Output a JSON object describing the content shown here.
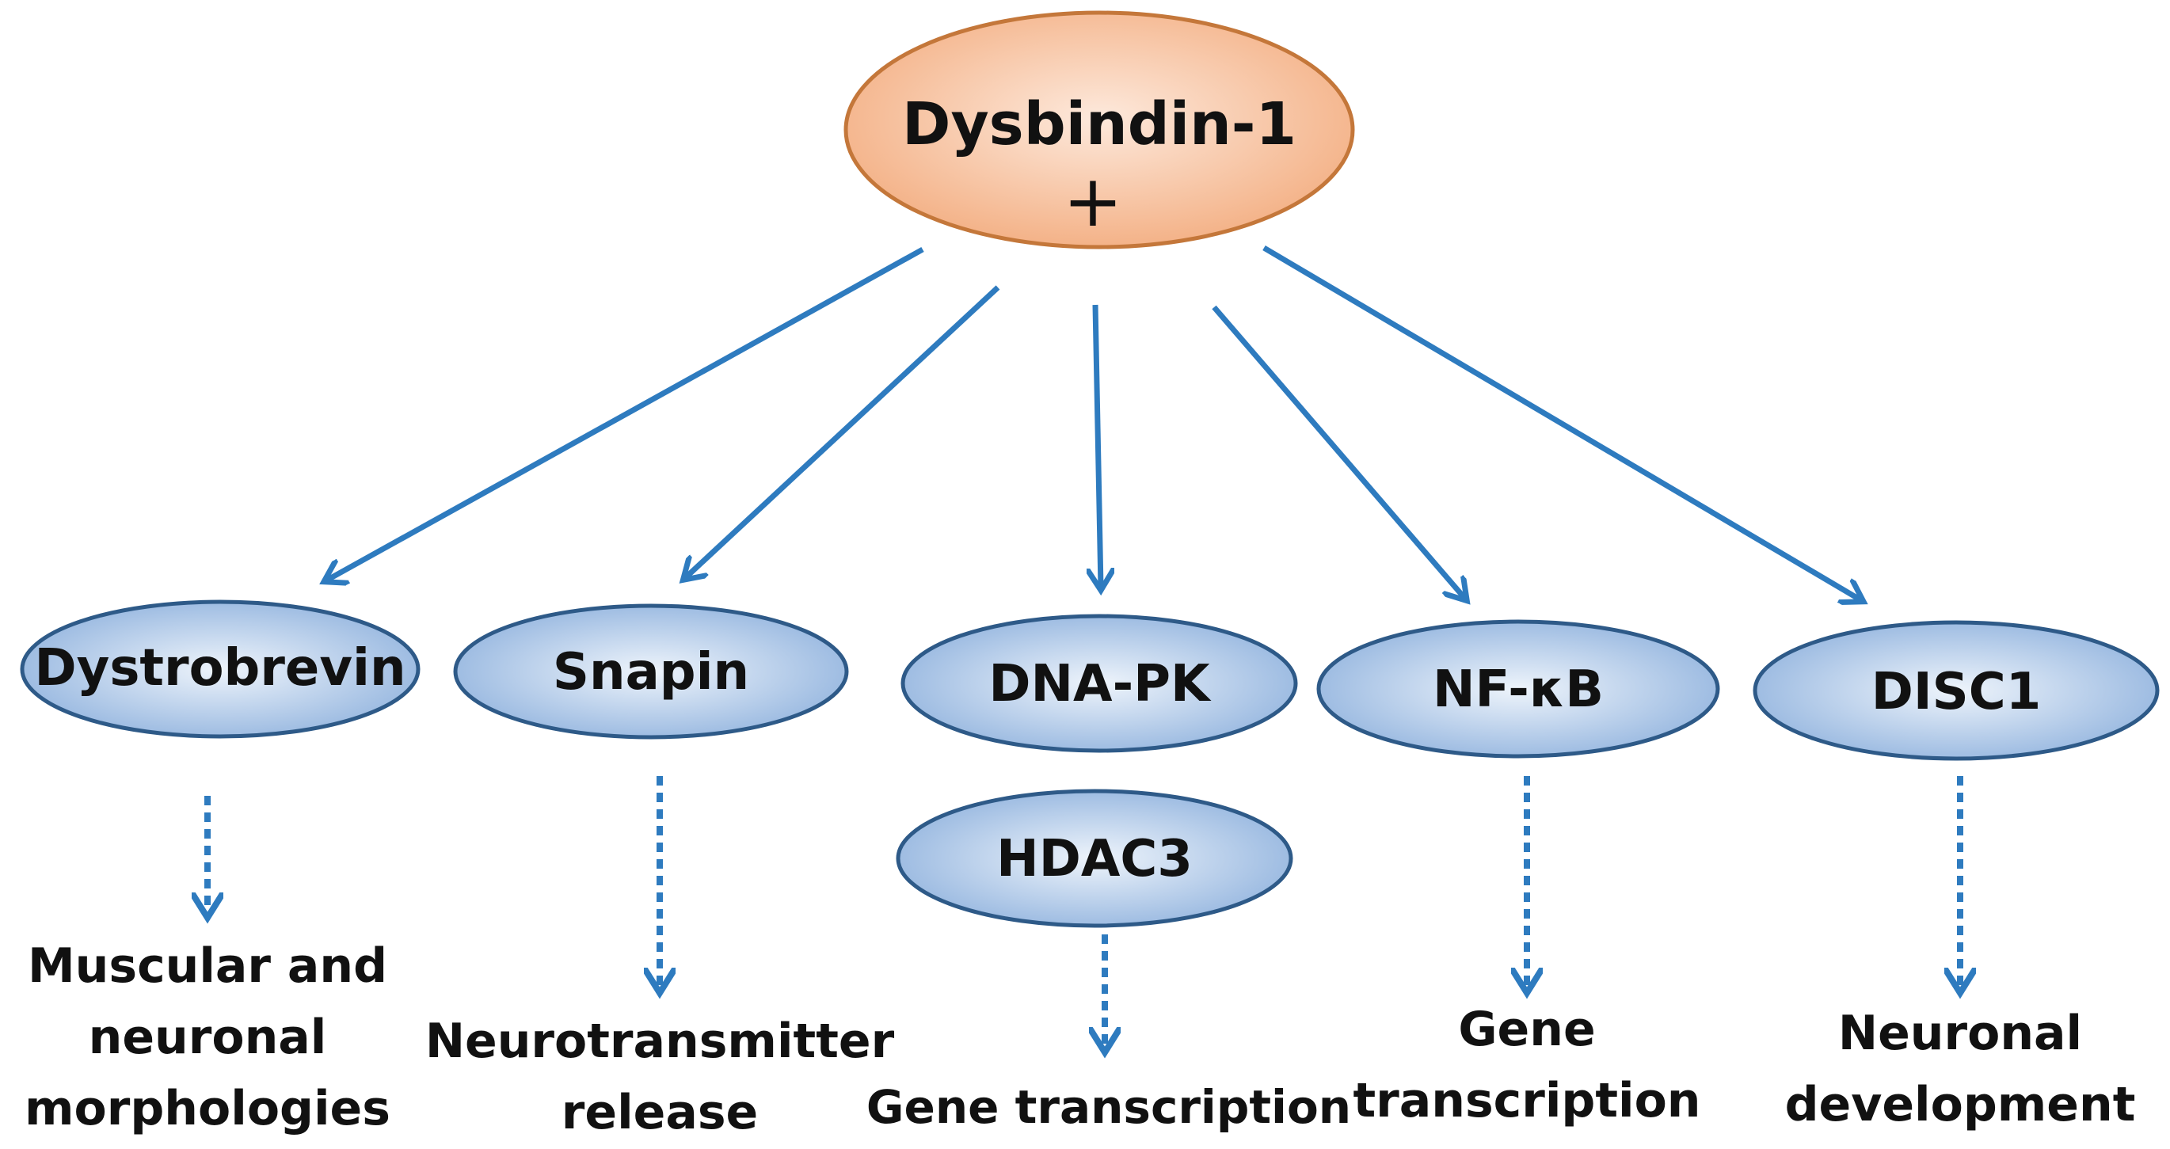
{
  "top": {
    "label": "Dysbindin-1",
    "symbol": "+"
  },
  "partners": [
    {
      "label": "Dystrobrevin",
      "outcome_lines": [
        "Muscular and",
        "neuronal",
        "morphologies"
      ]
    },
    {
      "label": "Snapin",
      "outcome_lines": [
        "Neurotransmitter",
        "release"
      ]
    },
    {
      "label": "DNA-PK",
      "outcome_lines": []
    },
    {
      "label": "NF-κB",
      "outcome_lines": [
        "Gene",
        "transcription"
      ]
    },
    {
      "label": "DISC1",
      "outcome_lines": [
        "Neuronal",
        "development"
      ]
    }
  ],
  "sub_partner": {
    "label": "HDAC3",
    "outcome_lines": [
      "Gene transcription"
    ]
  },
  "colors": {
    "top_fill_light": "#fde9dc",
    "top_fill_dark": "#f3ad80",
    "top_stroke": "#c4773a",
    "node_fill_light": "#eef4fb",
    "node_fill_dark": "#8eb1dd",
    "node_stroke": "#2e5a88",
    "arrow": "#2e7bbf"
  }
}
